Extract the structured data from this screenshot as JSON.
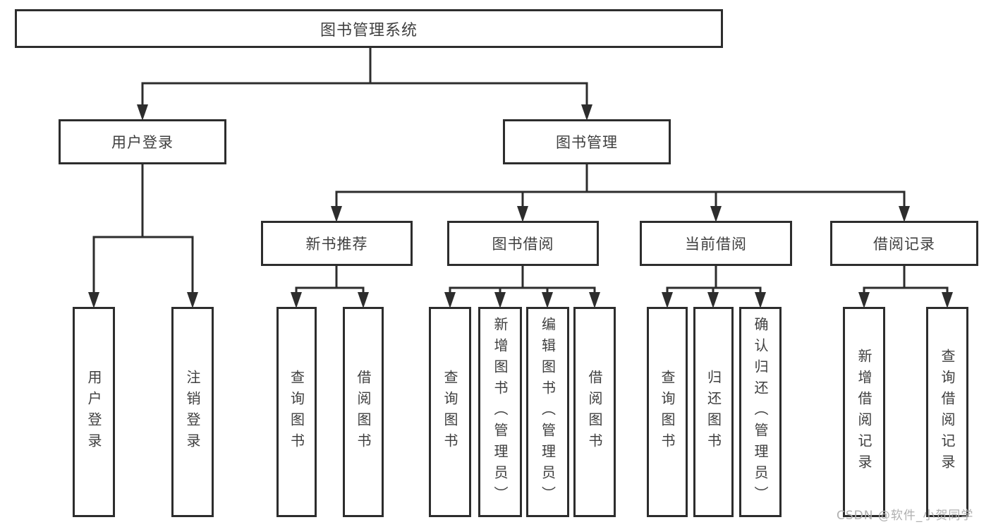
{
  "diagram_title": "图书管理系统",
  "colors": {
    "background": "#ffffff",
    "line": "#2d2d2d",
    "box_border": "#2d2d2d",
    "text": "#3f3f3f",
    "watermark": "#b0b0b0"
  },
  "root": {
    "label": "图书管理系统"
  },
  "level2": [
    {
      "label": "用户登录"
    },
    {
      "label": "图书管理"
    }
  ],
  "level3": [
    {
      "label": "新书推荐"
    },
    {
      "label": "图书借阅"
    },
    {
      "label": "当前借阅"
    },
    {
      "label": "借阅记录"
    }
  ],
  "leaves": {
    "user_login": [
      {
        "label": "用户登录"
      },
      {
        "label": "注销登录"
      }
    ],
    "new_book": [
      {
        "label": "查询图书"
      },
      {
        "label": "借阅图书"
      }
    ],
    "book_borrow": [
      {
        "label": "查询图书"
      },
      {
        "label": "新增图书（管理员）"
      },
      {
        "label": "编辑图书（管理员）"
      },
      {
        "label": "借阅图书"
      }
    ],
    "current_borrow": [
      {
        "label": "查询图书"
      },
      {
        "label": "归还图书"
      },
      {
        "label": "确认归还（管理员）"
      }
    ],
    "borrow_record": [
      {
        "label": "新增借阅记录"
      },
      {
        "label": "查询借阅记录"
      }
    ]
  },
  "watermark": {
    "text": "CSDN @软件_小贺同学"
  }
}
